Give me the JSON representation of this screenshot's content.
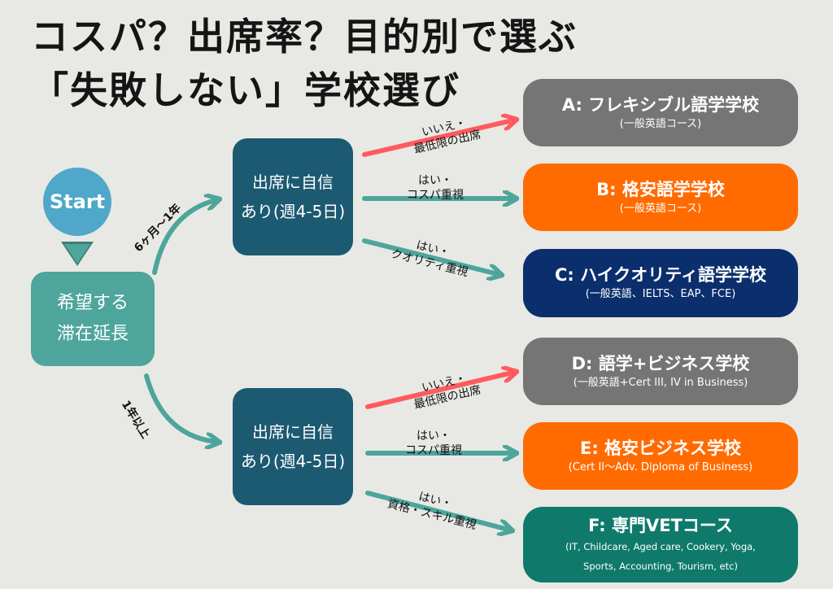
{
  "title": {
    "line1": "コスパ？出席率？目的別で選ぶ",
    "line2": "「失敗しない」学校選び"
  },
  "start": {
    "label": "Start"
  },
  "wish": {
    "line1": "希望する",
    "line2": "滞在延長"
  },
  "durations": {
    "short": "6ヶ月〜1年",
    "long": "1年以上"
  },
  "decisions": [
    {
      "line1": "出席に自信",
      "line2": "あり(週4-5日)"
    },
    {
      "line1": "出席に自信",
      "line2": "あり(週4-5日)"
    }
  ],
  "branches": {
    "top": [
      {
        "line1": "いいえ・",
        "line2": "最低限の出席"
      },
      {
        "line1": "はい・",
        "line2": "コスパ重視"
      },
      {
        "line1": "はい・",
        "line2": "クオリティ重視"
      }
    ],
    "bottom": [
      {
        "line1": "いいえ・",
        "line2": "最低限の出席"
      },
      {
        "line1": "はい・",
        "line2": "コスパ重視"
      },
      {
        "line1": "はい・",
        "line2": "資格・スキル重視"
      }
    ]
  },
  "results": [
    {
      "title": "A:  フレキシブル語学学校",
      "sub": "(一般英語コース)"
    },
    {
      "title": "B:  格安語学学校",
      "sub": "(一般英語コース)"
    },
    {
      "title": "C:  ハイクオリティ語学学校",
      "sub": "(一般英語、IELTS、EAP、FCE)"
    },
    {
      "title": "D:  語学+ビジネス学校",
      "sub": "(一般英語+Cert III, IV in Business)"
    },
    {
      "title": "E:  格安ビジネス学校",
      "sub": "(Cert II〜Adv. Diploma  of Business)"
    },
    {
      "title": "F:  専門VETコース",
      "sub": "(IT, Childcare, Aged care, Cookery, Yoga,",
      "sub2": "Sports, Accounting, Tourism, etc)"
    }
  ],
  "colors": {
    "background": "#e8e9e4",
    "teal_arrow": "#4ea59c",
    "red_arrow": "#ff5a5f",
    "decision": "#1c5a72",
    "gray": "#757575",
    "orange": "#ff6b00",
    "navy": "#0b2f6c",
    "green": "#0f7a6c",
    "start": "#4fa7c9"
  }
}
